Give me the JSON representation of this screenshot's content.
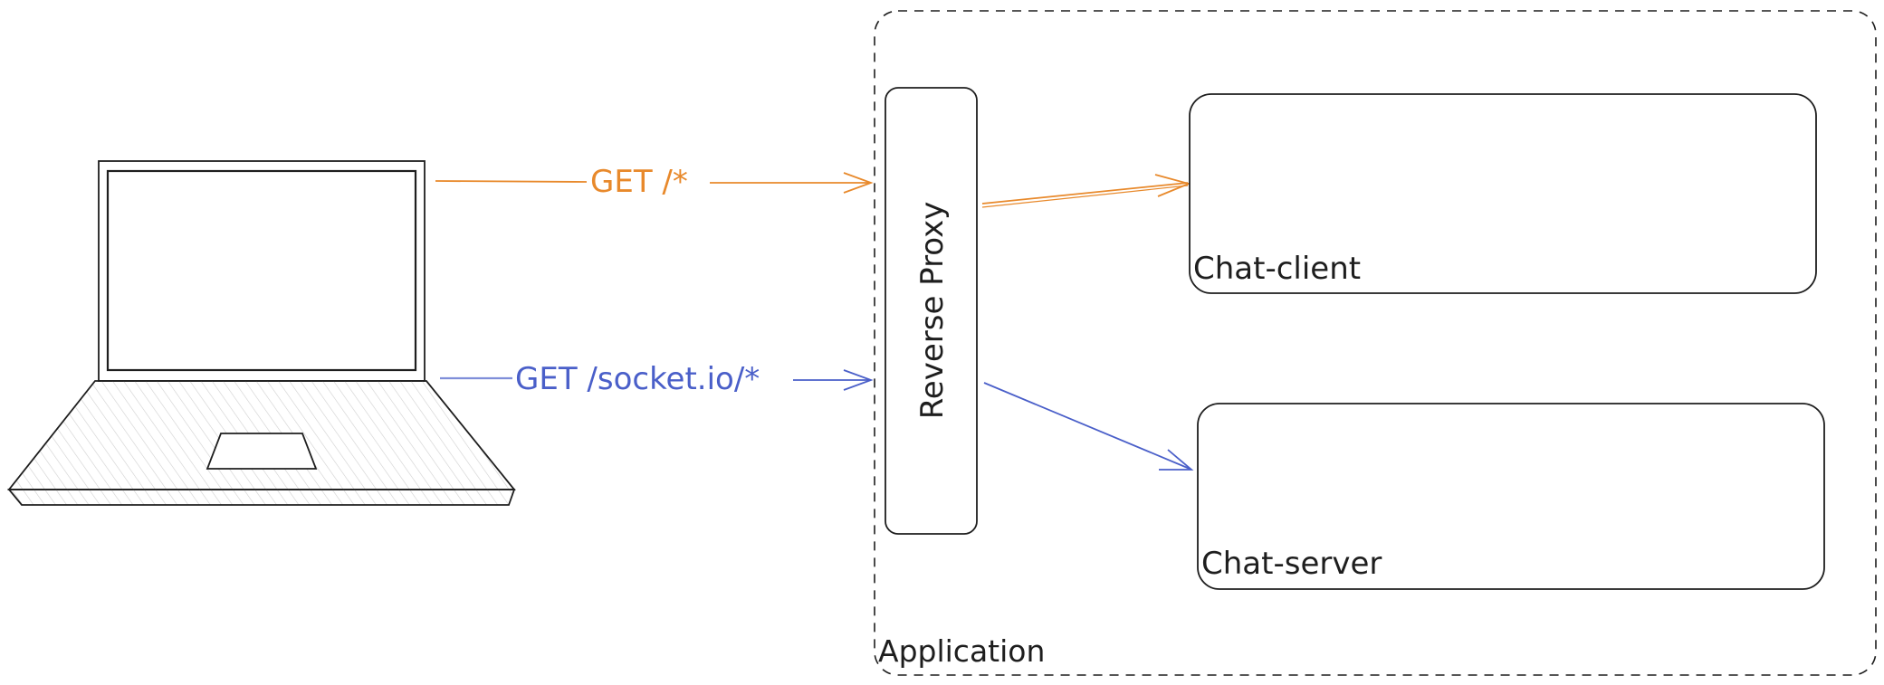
{
  "diagram": {
    "edges": {
      "get_all": {
        "label": "GET /*"
      },
      "get_socket": {
        "label": "GET /socket.io/*"
      }
    },
    "nodes": {
      "reverse_proxy": {
        "label": "Reverse Proxy"
      },
      "chat_client": {
        "label": "Chat-client"
      },
      "chat_server": {
        "label": "Chat-server"
      },
      "application": {
        "label": "Application"
      }
    }
  },
  "colors": {
    "ink": "#1e1e1e",
    "orange_flow": "#e8892b",
    "blue_flow": "#4a5fc9",
    "hatch": "#c8c8c8"
  }
}
